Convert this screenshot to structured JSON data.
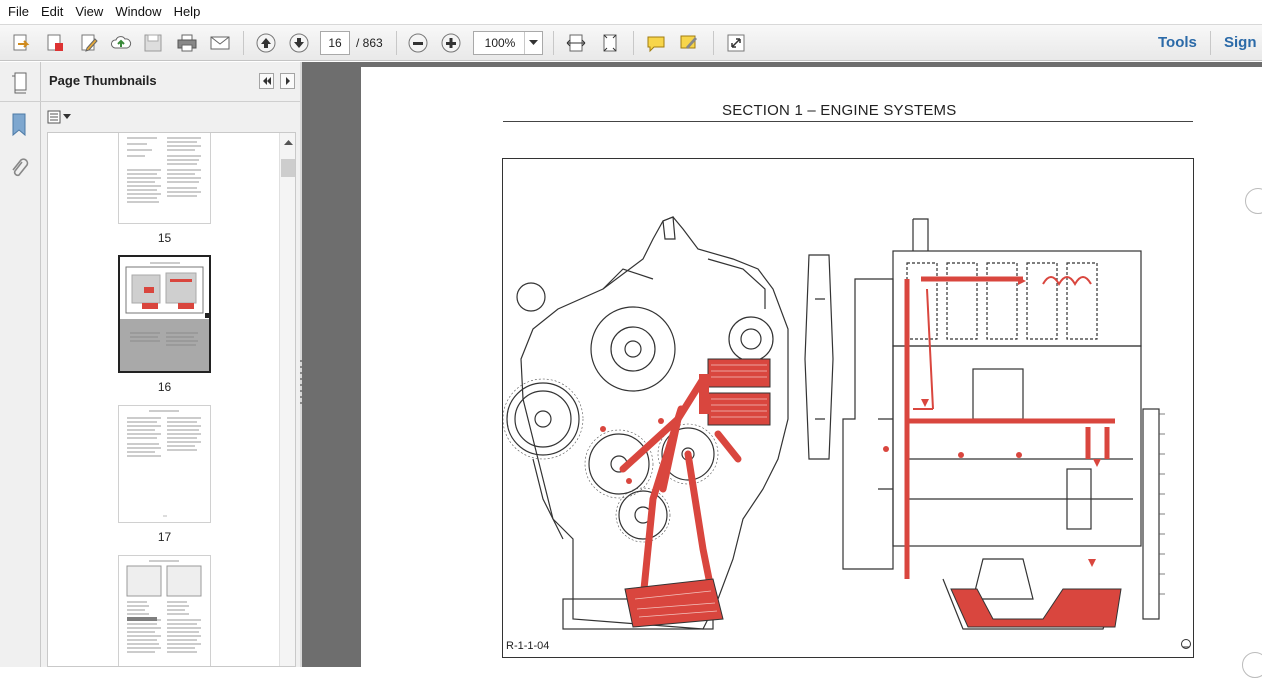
{
  "menu": {
    "items": [
      "File",
      "Edit",
      "View",
      "Window",
      "Help"
    ]
  },
  "toolbar": {
    "current_page": "16",
    "page_total": "/ 863",
    "zoom": "100%",
    "tools_label": "Tools",
    "sign_label": "Sign"
  },
  "panel": {
    "title": "Page Thumbnails",
    "thumbnails": [
      {
        "label": "15"
      },
      {
        "label": "16"
      },
      {
        "label": "17"
      }
    ]
  },
  "document": {
    "section_title": "SECTION 1 – ENGINE SYSTEMS",
    "figure_code": "R-1-1-04"
  },
  "colors": {
    "accent": "#2b6aa8",
    "oil_flow": "#d9463e",
    "doc_bg": "#6e6e6e"
  }
}
